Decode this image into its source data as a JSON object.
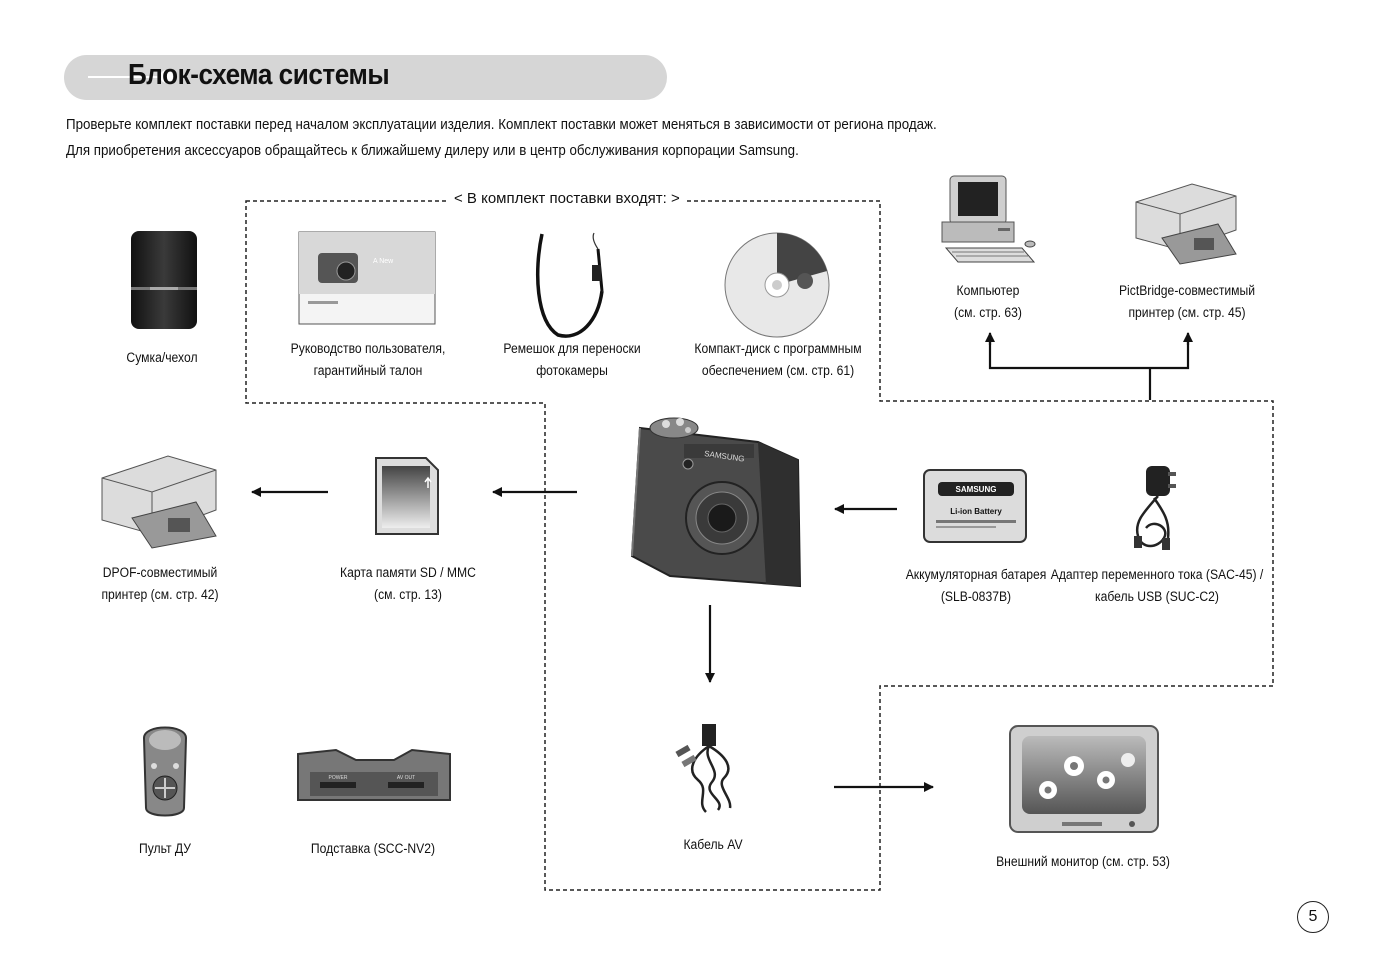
{
  "header": {
    "title": "Блок-схема системы",
    "intro_line1": "Проверьте комплект поставки перед началом эксплуатации изделия. Комплект поставки может меняться в зависимости от региона продаж.",
    "intro_line2": "Для приобретения аксессуаров обращайтесь к ближайшему дилеру или в центр обслуживания корпорации Samsung."
  },
  "box_label": "< В комплект поставки входят: >",
  "items": {
    "case": {
      "line1": "Сумка/чехол"
    },
    "manual": {
      "line1": "Руководство пользователя,",
      "line2": "гарантийный талон"
    },
    "strap": {
      "line1": "Ремешок для переноски",
      "line2": "фотокамеры"
    },
    "cd": {
      "line1": "Компакт-диск с программным",
      "line2": "обеспечением (см. стр. 61)"
    },
    "computer": {
      "line1": "Компьютер",
      "line2": "(см. стр. 63)"
    },
    "pictbridge": {
      "line1": "PictBridge-совместимый",
      "line2": "принтер (см. стр. 45)"
    },
    "dpof": {
      "line1": "DPOF-совместимый",
      "line2": "принтер (см. стр. 42)"
    },
    "sdcard": {
      "line1": "Карта памяти SD / MMC",
      "line2": "(см. стр. 13)"
    },
    "battery": {
      "line1": "Аккумуляторная батарея",
      "line2": "(SLB-0837B)"
    },
    "adapter": {
      "line1": "Адаптер переменного тока (SAC-45) /",
      "line2": "кабель USB (SUC-C2)"
    },
    "remote": {
      "line1": "Пульт ДУ"
    },
    "cradle": {
      "line1": "Подставка (SCC-NV2)"
    },
    "avcable": {
      "line1": "Кабель AV"
    },
    "monitor": {
      "line1": "Внешний монитор (см. стр. 53)"
    }
  },
  "product_text": {
    "manual_cover": "A New",
    "camera_brand": "SAMSUNG",
    "battery_brand": "SAMSUNG",
    "battery_text": "Li-ion Battery",
    "cradle_port1": "POWER",
    "cradle_port2": "AV OUT"
  },
  "page_number": "5"
}
